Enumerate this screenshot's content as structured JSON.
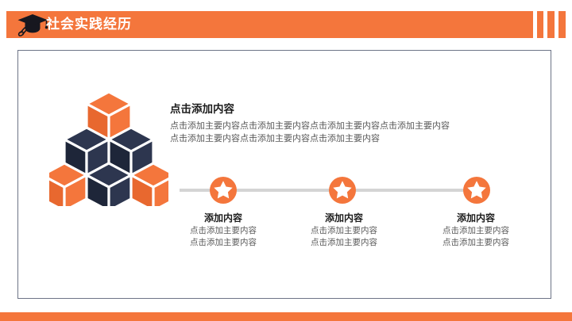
{
  "header": {
    "title": "社会实践经历",
    "icon": "graduation-cap-icon",
    "bar_color": "#F4763C",
    "title_color": "#FFFFFF"
  },
  "illustration": {
    "name": "isometric-cube-pyramid",
    "orange": "#F4763C",
    "navy": "#252D44",
    "cubes": [
      {
        "position": "top",
        "color": "#F4763C"
      },
      {
        "position": "middle-left",
        "color": "#252D44"
      },
      {
        "position": "middle-right",
        "color": "#252D44"
      },
      {
        "position": "bottom-left",
        "color": "#F4763C"
      },
      {
        "position": "bottom-center",
        "color": "#252D44"
      },
      {
        "position": "bottom-right",
        "color": "#F4763C"
      }
    ]
  },
  "main": {
    "heading": "点击添加内容",
    "body_lines": [
      "点击添加主要内容点击添加主要内容点击添加主要内容点击添加主要内容",
      "点击添加主要内容点击添加主要内容点击添加主要内容"
    ]
  },
  "timeline": {
    "line_color": "#D4D4D4",
    "node_color": "#F4763C",
    "node_icon": "star-icon",
    "items": [
      {
        "title": "添加内容",
        "lines": [
          "点击添加主要内容",
          "点击添加主要内容"
        ]
      },
      {
        "title": "添加内容",
        "lines": [
          "点击添加主要内容",
          "点击添加主要内容"
        ]
      },
      {
        "title": "添加内容",
        "lines": [
          "点击添加主要内容",
          "点击添加主要内容"
        ]
      }
    ]
  },
  "frame": {
    "border_color": "#6D7487"
  },
  "footer": {
    "strip_color": "#F4763C"
  }
}
